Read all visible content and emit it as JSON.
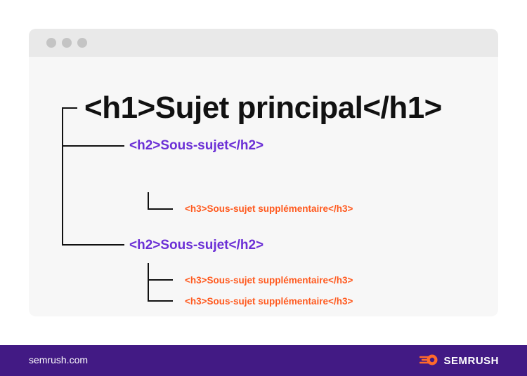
{
  "diagram": {
    "h1": "<h1>Sujet principal</h1>",
    "sections": [
      {
        "h2": "<h2>Sous-sujet</h2>",
        "h3": [
          "<h3>Sous-sujet supplémentaire</h3>"
        ]
      },
      {
        "h2": "<h2>Sous-sujet</h2>",
        "h3": [
          "<h3>Sous-sujet supplémentaire</h3>",
          "<h3>Sous-sujet supplémentaire</h3>"
        ]
      }
    ]
  },
  "footer": {
    "url": "semrush.com",
    "brand": "SEMRUSH"
  },
  "colors": {
    "h1": "#111111",
    "h2": "#6b2fd6",
    "h3": "#ff5a1f",
    "footer_bg": "#421a84",
    "window_bg": "#f7f7f7",
    "titlebar_bg": "#e9e9e9"
  },
  "icons": {
    "brand_logo": "semrush-fireball-icon"
  }
}
